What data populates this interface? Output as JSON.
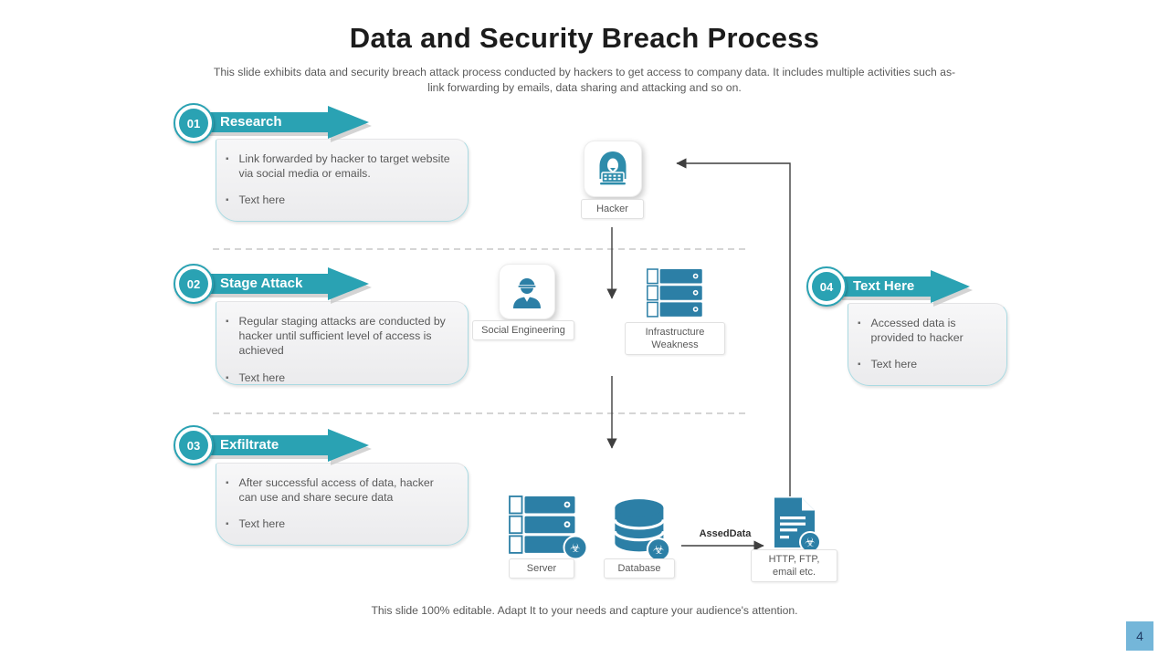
{
  "slide": {
    "title": "Data and Security Breach Process",
    "subtitle_line1": "This slide exhibits data and security breach attack process conducted by hackers to get access to company data. It includes multiple activities such as-",
    "subtitle_line2": "link forwarding  by emails, data sharing and attacking and so on.",
    "footer": "This slide 100% editable. Adapt  It to your needs and capture your audience's attention.",
    "page_number": "4"
  },
  "steps": [
    {
      "number": "01",
      "label": "Research",
      "bullets": [
        "Link forwarded  by hacker to target website via social media or emails.",
        "Text here"
      ]
    },
    {
      "number": "02",
      "label": "Stage Attack",
      "bullets": [
        "Regular staging attacks are conducted by hacker until sufficient level of access is achieved",
        "Text here"
      ]
    },
    {
      "number": "03",
      "label": "Exfiltrate",
      "bullets": [
        "After successful access of data, hacker can use and share secure data",
        "Text here"
      ]
    },
    {
      "number": "04",
      "label": "Text Here",
      "bullets": [
        "Accessed data is provided  to hacker",
        "Text here"
      ]
    }
  ],
  "diagram": {
    "nodes": {
      "hacker": {
        "label": "Hacker",
        "icon": "hacker-icon"
      },
      "social": {
        "label": "Social Engineering",
        "icon": "engineer-icon"
      },
      "infra": {
        "label": "Infrastructure Weakness",
        "icon": "server-rack-icon"
      },
      "server": {
        "label": "Server",
        "icon": "server-rack-biohazard-icon"
      },
      "database": {
        "label": "Database",
        "icon": "database-biohazard-icon"
      },
      "http": {
        "label": "HTTP, FTP, email etc.",
        "icon": "document-biohazard-icon"
      }
    },
    "flow_label": "AssedData"
  },
  "colors": {
    "accent": "#2aa2b3",
    "icon_blue": "#2c7fa6",
    "hacker_blue": "#2e8cab",
    "connector": "#3f3f3f",
    "dash": "#bcbcbc",
    "badge_bg": "#74b6d9",
    "badge_text": "#1f3b64",
    "text_gray": "#595959",
    "title_color": "#1c1c1c"
  }
}
